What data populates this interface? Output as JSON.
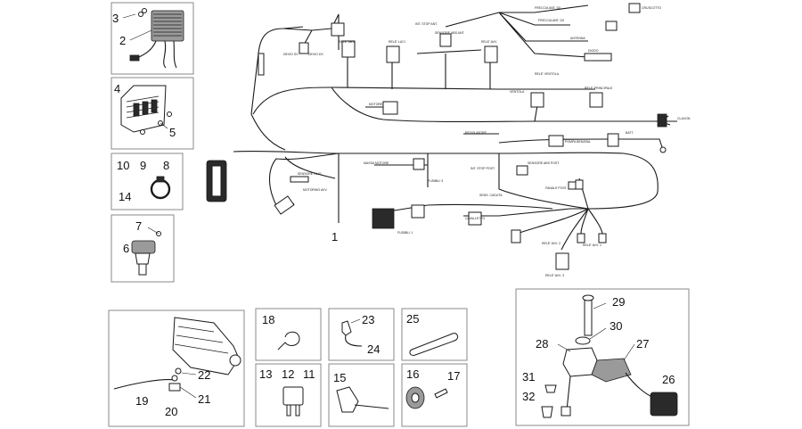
{
  "callouts": [
    {
      "id": "1",
      "label": "1"
    },
    {
      "id": "2",
      "label": "2"
    },
    {
      "id": "3",
      "label": "3"
    },
    {
      "id": "4",
      "label": "4"
    },
    {
      "id": "5",
      "label": "5"
    },
    {
      "id": "6",
      "label": "6"
    },
    {
      "id": "7",
      "label": "7"
    },
    {
      "id": "8",
      "label": "8"
    },
    {
      "id": "9",
      "label": "9"
    },
    {
      "id": "10",
      "label": "10"
    },
    {
      "id": "11",
      "label": "11"
    },
    {
      "id": "12",
      "label": "12"
    },
    {
      "id": "13",
      "label": "13"
    },
    {
      "id": "14",
      "label": "14"
    },
    {
      "id": "15",
      "label": "15"
    },
    {
      "id": "16",
      "label": "16"
    },
    {
      "id": "17",
      "label": "17"
    },
    {
      "id": "18",
      "label": "18"
    },
    {
      "id": "19",
      "label": "19"
    },
    {
      "id": "20",
      "label": "20"
    },
    {
      "id": "21",
      "label": "21"
    },
    {
      "id": "22",
      "label": "22"
    },
    {
      "id": "23",
      "label": "23"
    },
    {
      "id": "24",
      "label": "24"
    },
    {
      "id": "25",
      "label": "25"
    },
    {
      "id": "26",
      "label": "26"
    },
    {
      "id": "27",
      "label": "27"
    },
    {
      "id": "28",
      "label": "28"
    },
    {
      "id": "29",
      "label": "29"
    },
    {
      "id": "30",
      "label": "30"
    },
    {
      "id": "31",
      "label": "31"
    },
    {
      "id": "32",
      "label": "32"
    }
  ],
  "connector_tags": {
    "t1": "CLAXON",
    "t2": "POMPA BENZINA",
    "t3": "MOTORE",
    "t4": "RELE' VENTOLA",
    "t5": "RELE' PRINCIPALE",
    "t6": "VENTOLA",
    "t7": "MASSA MOTORE",
    "t8": "SENSORE OLIO",
    "t9": "FUSIBILI 3",
    "t10": "FUSIBILI 1",
    "t11": "RELE' LUCI",
    "t12": "RELE' AVV.",
    "t13": "INT. STOP ANT.",
    "t14": "FRECCIA ANT. SX",
    "t15": "FRECCIA ANT. DX",
    "t16": "ANTENNA",
    "t17": "DIODO",
    "t18": "BATT.",
    "t19": "SENSORE ABS ANT.",
    "t20": "SENSORE ABS POST.",
    "t21": "INT. STOP POST.",
    "t22": "CAVALLETTO",
    "t23": "RELE' AVV. 1",
    "t24": "RELE' AVV. 2",
    "t25": "RELE' AVV. 3",
    "t26": "REGOLATORE",
    "t27": "MOTORINO AVV.",
    "t28": "SENS. CADUTA",
    "t29": "FANALE POST.",
    "t30": "CRUSCOTTO",
    "t31": "DEVIO SX",
    "t32": "DEVIO DX",
    "t33": "RELE' ABS"
  }
}
